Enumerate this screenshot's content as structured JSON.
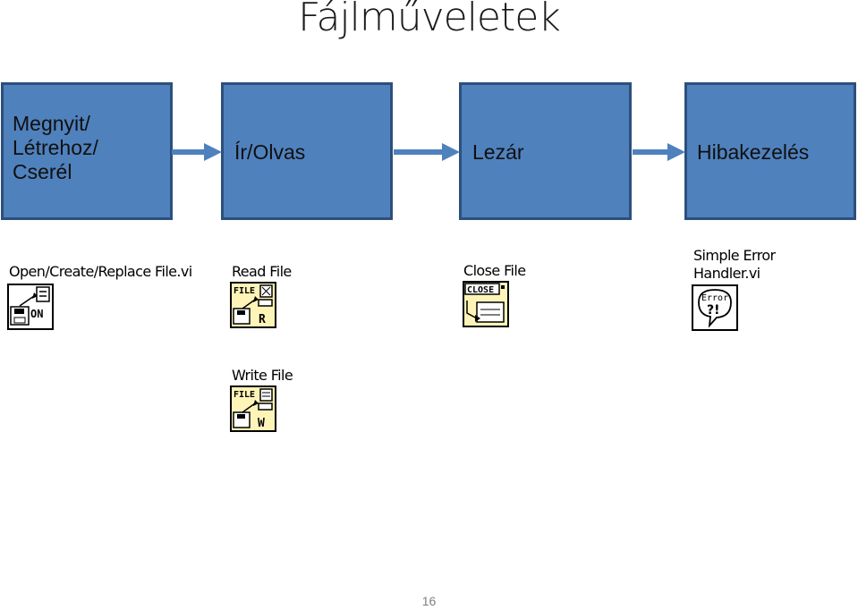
{
  "slide": {
    "title": "Fájlműveletek",
    "page_number": "16"
  },
  "flow": {
    "steps": [
      {
        "label": "Megnyit/\nLétrehoz/\nCserél"
      },
      {
        "label": "Ír/Olvas"
      },
      {
        "label": "Lezár"
      },
      {
        "label": "Hibakezelés"
      }
    ]
  },
  "functions": {
    "open": {
      "label": "Open/Create/Replace File.vi",
      "icon_text": "ON"
    },
    "read": {
      "label": "Read File",
      "icon_text": "FILE",
      "icon_letter": "R"
    },
    "write": {
      "label": "Write File",
      "icon_text": "FILE",
      "icon_letter": "W"
    },
    "close": {
      "label": "Close File",
      "icon_text": "CLOSE"
    },
    "error": {
      "label": "Simple Error\nHandler.vi",
      "icon_text": "Error",
      "icon_symbol": "?!"
    }
  },
  "colors": {
    "box_fill": "#4f81bd",
    "box_border": "#2c4f7c",
    "arrow": "#4f81bd",
    "icon_fill": "#fff4b8"
  }
}
